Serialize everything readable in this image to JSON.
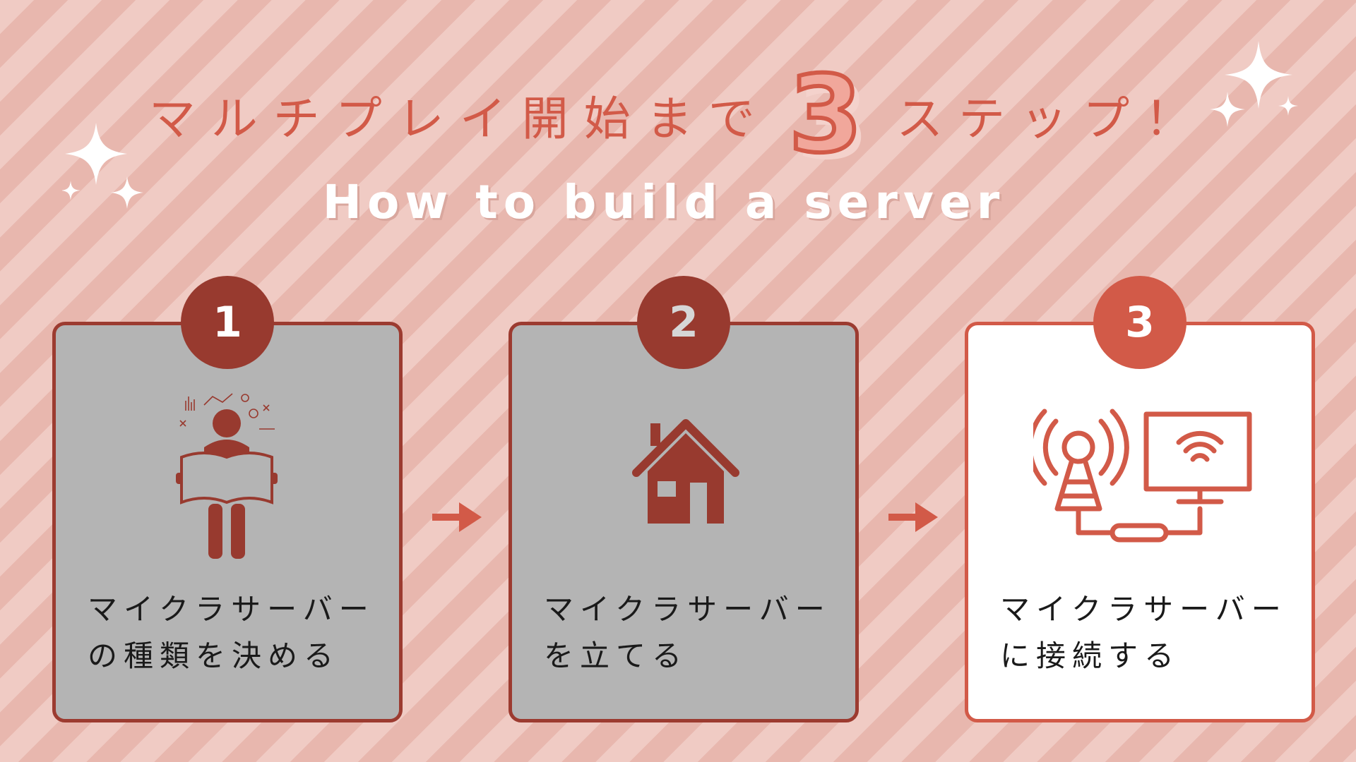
{
  "heading": {
    "prefix": "マルチプレイ開始まで",
    "number": "3",
    "suffix": "ステップ！"
  },
  "subtitle": "How to build a server",
  "steps": [
    {
      "number": "1",
      "line1": "マイクラサーバー",
      "line2": "の種類を決める",
      "icon": "person-reading-map-icon"
    },
    {
      "number": "2",
      "line1": "マイクラサーバー",
      "line2": "を立てる",
      "icon": "house-icon"
    },
    {
      "number": "3",
      "line1": "マイクラサーバー",
      "line2": "に接続する",
      "icon": "antenna-monitor-connection-icon"
    }
  ],
  "colors": {
    "accent": "#d25a48",
    "dark_red": "#983a2f",
    "card_gray": "#b4b4b4",
    "background": "#eec3bb"
  }
}
